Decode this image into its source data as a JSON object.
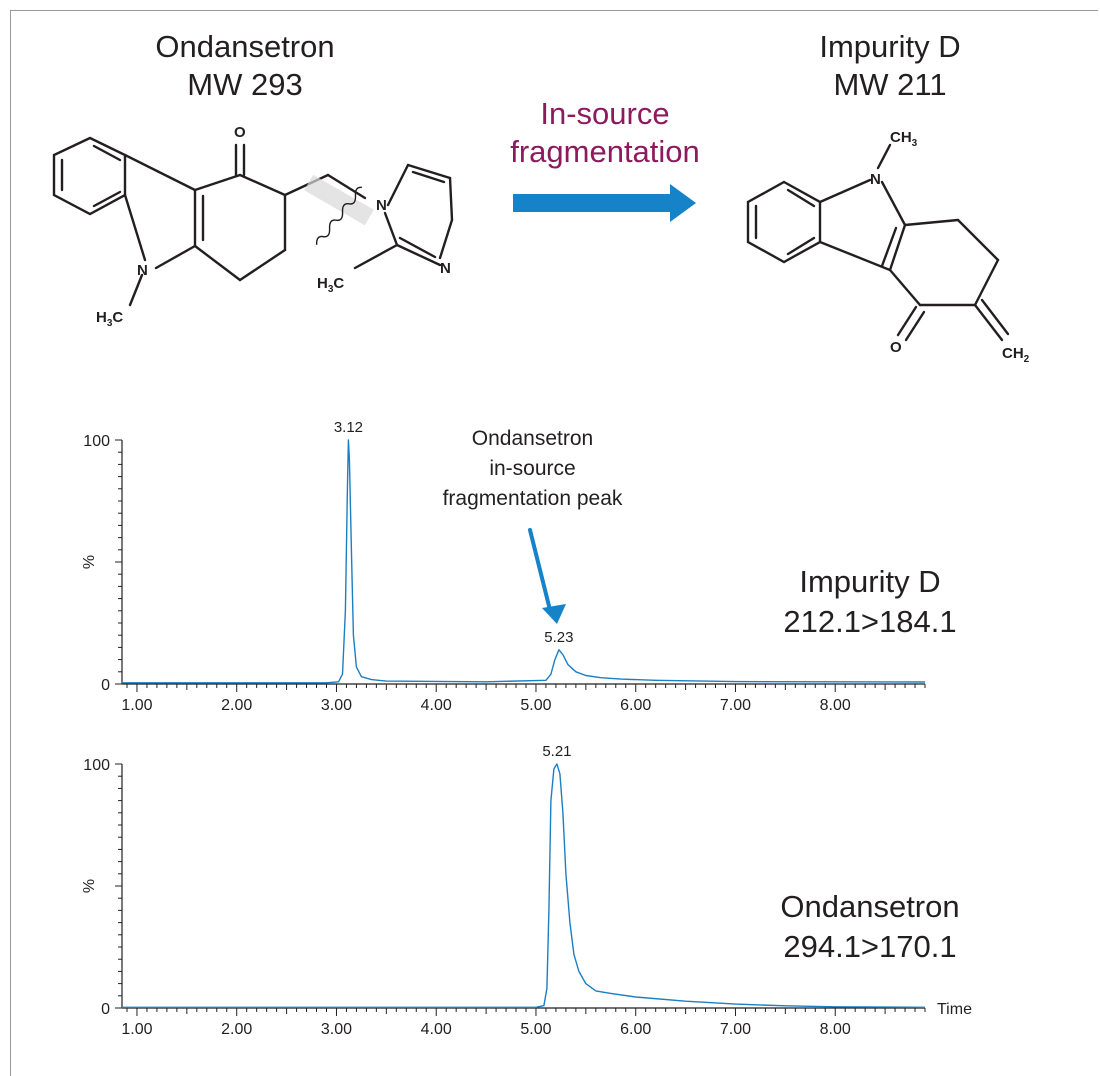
{
  "header": {
    "left_compound": {
      "name": "Ondansetron",
      "mw": "MW 293"
    },
    "right_compound": {
      "name": "Impurity D",
      "mw": "MW 211"
    },
    "reaction_line1": "In-source",
    "reaction_line2": "fragmentation"
  },
  "structure_atoms": {
    "left": {
      "o": "O",
      "n_ring": "N",
      "n_methyl": "N",
      "n_imine": "N"
    },
    "right": {
      "n": "N",
      "o": "O"
    }
  },
  "annotation": {
    "line1": "Ondansetron",
    "line2": "in-source",
    "line3": "fragmentation peak"
  },
  "colors": {
    "trace": "#1c7fc2",
    "arrow": "#1683c8",
    "reaction_text": "#8e1a5e",
    "axis": "#231f20"
  },
  "chart_data": [
    {
      "type": "line",
      "channel_name": "Impurity D",
      "transition": "212.1>184.1",
      "xlim": [
        0.85,
        8.9
      ],
      "ylim": [
        0,
        100
      ],
      "ylabel": "%",
      "y_tick_labels": [
        "100",
        "0"
      ],
      "x_tick_labels": [
        "1.00",
        "2.00",
        "3.00",
        "4.00",
        "5.00",
        "6.00",
        "7.00",
        "8.00"
      ],
      "peaks": [
        {
          "rt": 3.12,
          "label": "3.12",
          "height": 100
        },
        {
          "rt": 5.23,
          "label": "5.23",
          "height": 14
        }
      ],
      "series": [
        {
          "values_x": [
            0.85,
            2.9,
            3.02,
            3.06,
            3.09,
            3.11,
            3.12,
            3.13,
            3.15,
            3.17,
            3.2,
            3.25,
            3.35,
            3.5,
            4.5,
            5.1,
            5.15,
            5.19,
            5.23,
            5.27,
            5.32,
            5.4,
            5.5,
            5.65,
            5.85,
            6.2,
            7.0,
            8.9
          ],
          "values_y": [
            0.5,
            0.5,
            0.9,
            4,
            30,
            80,
            100,
            92,
            55,
            20,
            7,
            3,
            1.8,
            1.2,
            0.9,
            1.5,
            4,
            10,
            14,
            12,
            8,
            5,
            3.5,
            2.6,
            2,
            1.5,
            1,
            0.8
          ]
        }
      ]
    },
    {
      "type": "line",
      "channel_name": "Ondansetron",
      "transition": "294.1>170.1",
      "xlim": [
        0.85,
        8.9
      ],
      "ylim": [
        0,
        100
      ],
      "ylabel": "%",
      "xlabel": "Time",
      "y_tick_labels": [
        "100",
        "0"
      ],
      "x_tick_labels": [
        "1.00",
        "2.00",
        "3.00",
        "4.00",
        "5.00",
        "6.00",
        "7.00",
        "8.00"
      ],
      "peaks": [
        {
          "rt": 5.21,
          "label": "5.21",
          "height": 100
        }
      ],
      "series": [
        {
          "values_x": [
            0.85,
            5.0,
            5.08,
            5.11,
            5.13,
            5.15,
            5.18,
            5.21,
            5.24,
            5.27,
            5.3,
            5.34,
            5.38,
            5.43,
            5.5,
            5.6,
            5.75,
            6.0,
            6.5,
            7.0,
            7.5,
            8.0,
            8.9
          ],
          "values_y": [
            0.3,
            0.3,
            1,
            8,
            40,
            85,
            98,
            100,
            96,
            80,
            55,
            35,
            22,
            15,
            10,
            7,
            6,
            4.5,
            2.8,
            1.6,
            0.9,
            0.5,
            0.3
          ]
        }
      ]
    }
  ]
}
